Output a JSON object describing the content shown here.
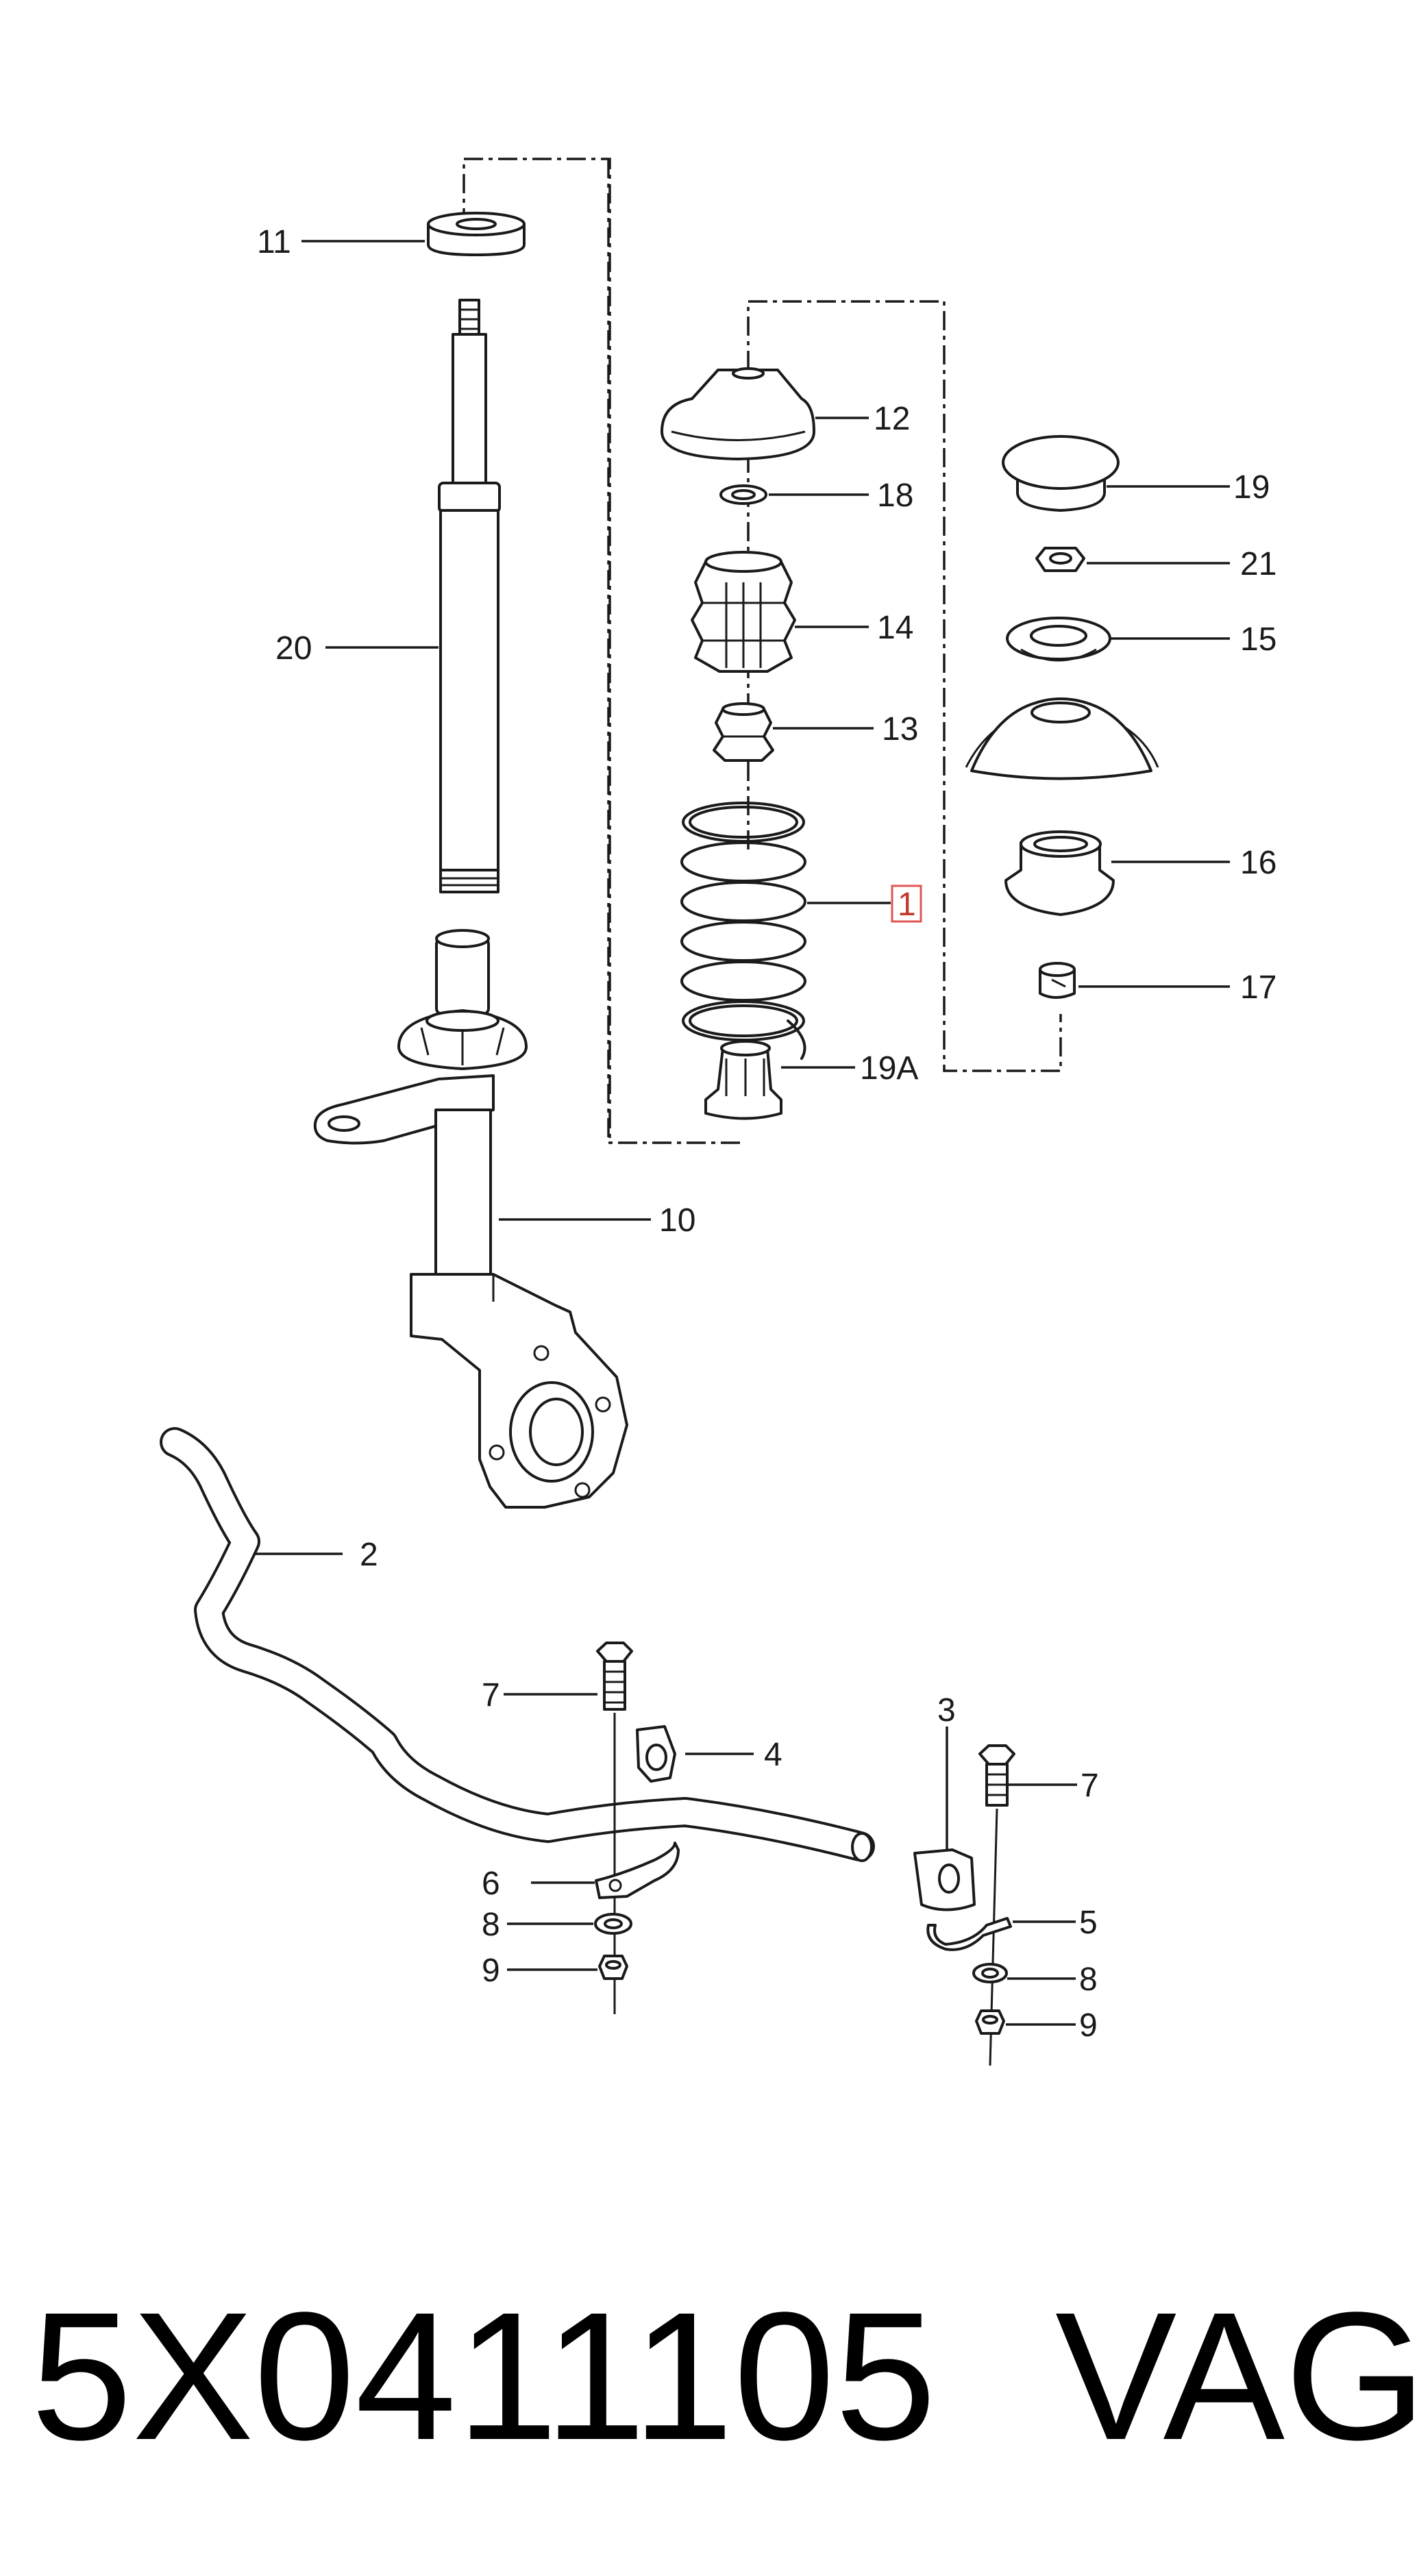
{
  "callouts": {
    "c1": "1",
    "c2": "2",
    "c3": "3",
    "c4": "4",
    "c5": "5",
    "c6": "6",
    "c7a": "7",
    "c7b": "7",
    "c8a": "8",
    "c8b": "8",
    "c9a": "9",
    "c9b": "9",
    "c10": "10",
    "c11": "11",
    "c12": "12",
    "c13": "13",
    "c14": "14",
    "c15": "15",
    "c16": "16",
    "c17": "17",
    "c18": "18",
    "c19": "19",
    "c19a": "19A",
    "c20": "20",
    "c21": "21"
  },
  "highlighted_callout": "1",
  "highlight_color": "#e05555",
  "footer": {
    "part_number": "5X0411105",
    "brand": "VAG"
  }
}
